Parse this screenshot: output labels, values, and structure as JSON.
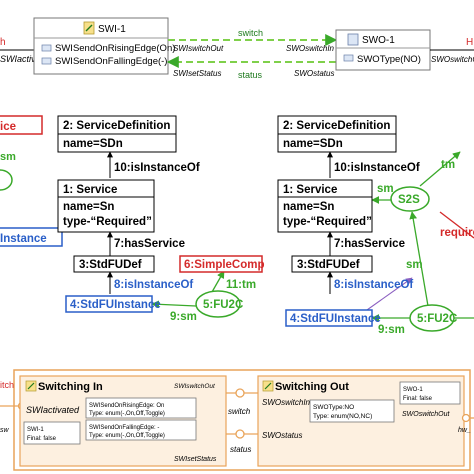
{
  "top": {
    "left_port_label": "h",
    "left_signal": "SWIactivated",
    "swi": {
      "title": "SWI-1",
      "rows": [
        "SWISendOnRisingEdge(On)",
        "SWISendOnFallingEdge(-)"
      ]
    },
    "swo": {
      "title": "SWO-1",
      "rows": [
        "SWOType(NO)"
      ]
    },
    "switch_arrow_label": "switch",
    "status_arrow_label": "status",
    "ports": {
      "swi_out": "SWIswitchOut",
      "swo_in": "SWOswitchIn",
      "swi_status": "SWIsetStatus",
      "swo_status": "SWOstatus"
    },
    "right_port_label": "H",
    "right_signal": "SWOswitchOut"
  },
  "left_fragments": {
    "service": "ice",
    "sm": "sm",
    "fuinstance": "Instance"
  },
  "left_graph": {
    "nodes": {
      "sd": [
        "2: ServiceDefinition",
        "name=SDn"
      ],
      "svc": [
        "1: Service",
        "name=Sn",
        "type-“Required”"
      ],
      "stdfudef": "3:StdFUDef",
      "fuinst": "4:StdFUInstance",
      "simplecomp": "6:SimpleComp",
      "fu2c": "5:FU2C"
    },
    "edges": {
      "isinstanceof10": "10:isInstanceOf",
      "hasservice": "7:hasService",
      "isinstanceof8": "8:isInstanceOf",
      "tm": "11:tm",
      "sm": "9:sm"
    }
  },
  "right_graph": {
    "nodes": {
      "sd": [
        "2: ServiceDefinition",
        "name=SDn"
      ],
      "svc": [
        "1: Service",
        "name=Sn",
        "type-“Required”"
      ],
      "stdfudef": "3:StdFUDef",
      "fuinst": "4:StdFUInstance",
      "s2s": "S2S",
      "fu2c": "5:FU2C"
    },
    "edges": {
      "isinstanceof10": "10:isInstanceOf",
      "hasservice": "7:hasService",
      "isinstanceof8": "8:isInstanceOf",
      "sm9": "9:sm",
      "tm": "tm",
      "sm_a": "sm",
      "sm_b": "sm",
      "required": "required"
    }
  },
  "bottom": {
    "switching_in": {
      "title": "Switching In",
      "top_port": "SWIswitchOut",
      "left_port": "SWIactivated",
      "status_port": "SWIsetStatus",
      "instance": {
        "title": "SWI-1",
        "prop": "Final: false"
      },
      "ops": [
        {
          "name": "SWISendOnRisingEdge: On",
          "type": "Type: enum(-,On,Off,Toggle)"
        },
        {
          "name": "SWISendOnFallingEdge: -",
          "type": "Type: enum(-,On,Off,Toggle)"
        }
      ]
    },
    "switching_out": {
      "title": "Switching Out",
      "in_port": "SWOswitchIn",
      "status_port": "SWOstatus",
      "out_port": "SWOswitchOut",
      "type_box": {
        "name": "SWOType:NO",
        "type": "Type: enum(NO,NC)"
      },
      "instance": {
        "title": "SWO-1",
        "prop": "Final: false"
      }
    },
    "left_fragment": "itch",
    "right_fragment": "hw_",
    "switch_label": "switch",
    "status_label": "status"
  },
  "colors": {
    "red": "#d42a2a",
    "green": "#3aa92a",
    "blue": "#2a5fc8",
    "orange": "#e9a45a",
    "orange_fill": "#fdf0e0",
    "lime": "#7fd04a",
    "purple": "#8b5fc0"
  }
}
